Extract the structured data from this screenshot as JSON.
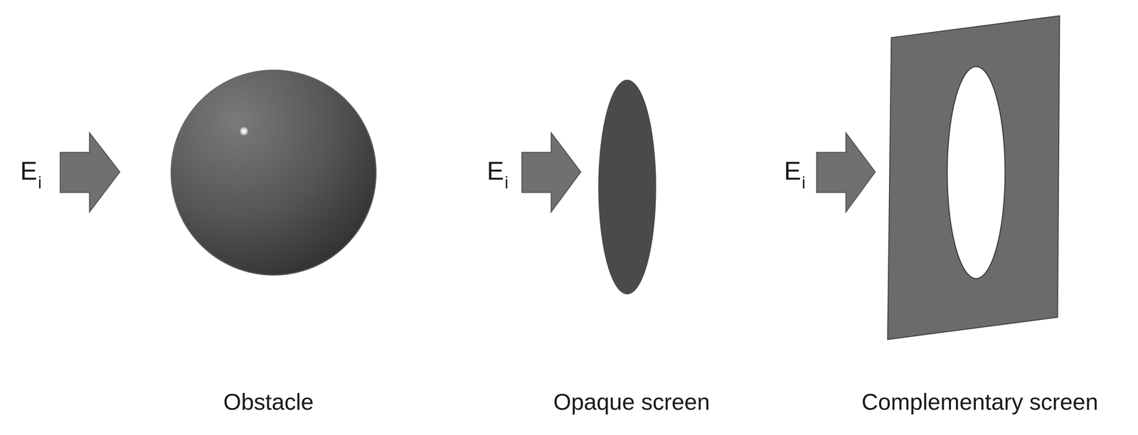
{
  "diagram": {
    "labels": [
      "E",
      "i",
      "E",
      "i",
      "E",
      "i",
      "Obstacle",
      "Opaque screen",
      "Complementary screen"
    ]
  }
}
